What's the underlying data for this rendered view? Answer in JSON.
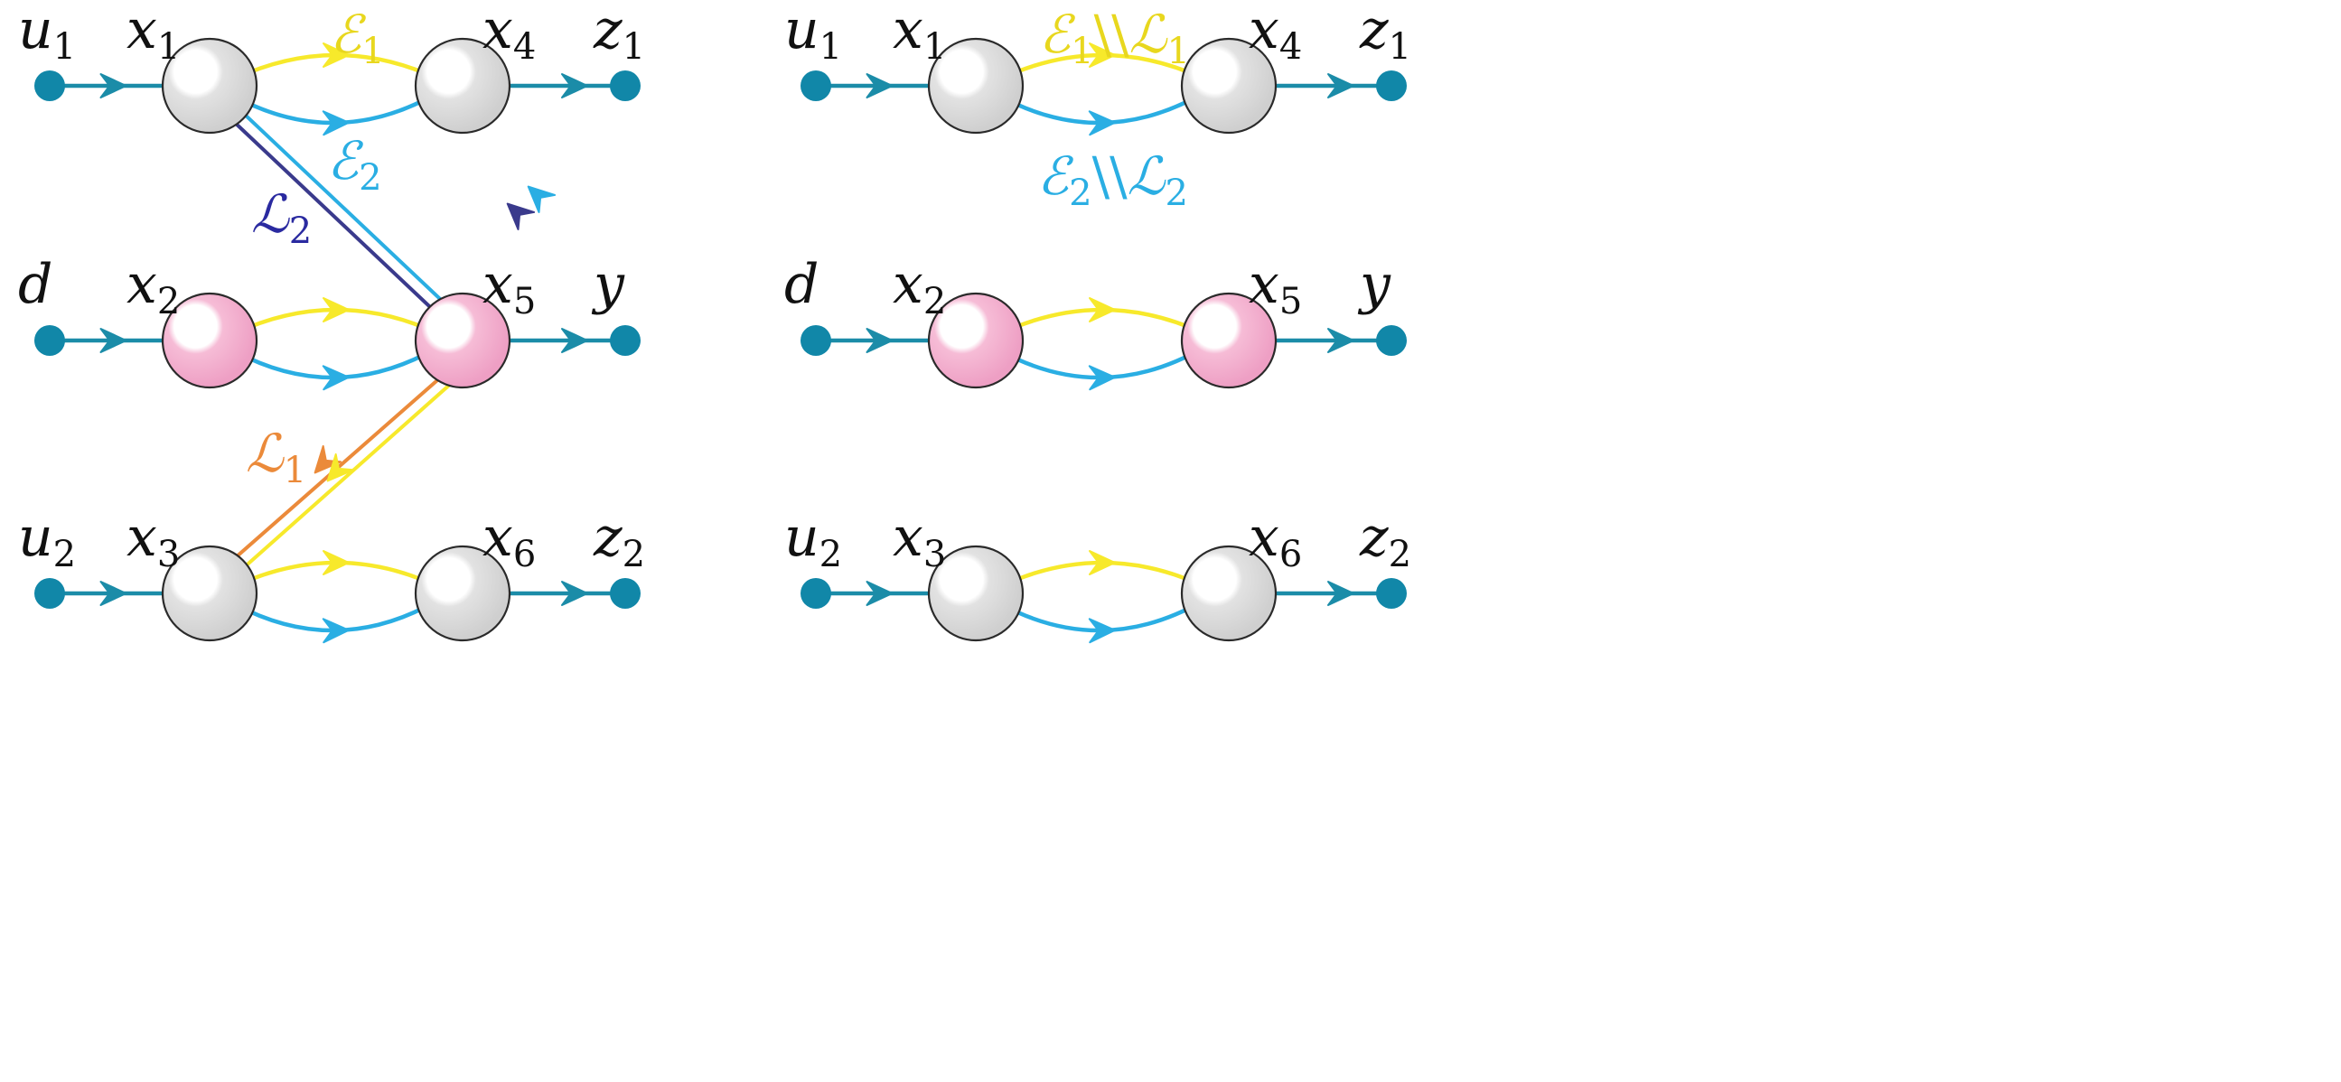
{
  "colors": {
    "edge_teal": "#1B8CA8",
    "edge_yellow": "#F7E92B",
    "edge_cyan": "#2AAEE3",
    "edge_navy": "#3A3A8C",
    "edge_orange": "#EB8A3A",
    "node_gray": "#DDDDDD",
    "node_pink": "#F3B3D0",
    "terminal": "#1187A8",
    "label_yellow": "#E8D71E",
    "label_cyan": "#2AAEE3",
    "label_navy": "#2A2AA0",
    "label_orange": "#EB8A3A"
  },
  "left": {
    "inputs": [
      {
        "name": "u",
        "sub": "1"
      },
      {
        "name": "d",
        "sub": ""
      },
      {
        "name": "u",
        "sub": "2"
      }
    ],
    "states_left": [
      {
        "name": "x",
        "sub": "1"
      },
      {
        "name": "x",
        "sub": "2"
      },
      {
        "name": "x",
        "sub": "3"
      }
    ],
    "states_right": [
      {
        "name": "x",
        "sub": "4"
      },
      {
        "name": "x",
        "sub": "5"
      },
      {
        "name": "x",
        "sub": "6"
      }
    ],
    "outputs": [
      {
        "name": "z",
        "sub": "1"
      },
      {
        "name": "y",
        "sub": ""
      },
      {
        "name": "z",
        "sub": "2"
      }
    ],
    "edge_labels": {
      "e1": {
        "name": "ℰ",
        "sub": "1"
      },
      "e2": {
        "name": "ℰ",
        "sub": "2"
      },
      "l2": {
        "name": "ℒ",
        "sub": "2"
      },
      "l1": {
        "name": "ℒ",
        "sub": "1"
      }
    }
  },
  "right": {
    "inputs": [
      {
        "name": "u",
        "sub": "1"
      },
      {
        "name": "d",
        "sub": ""
      },
      {
        "name": "u",
        "sub": "2"
      }
    ],
    "states_left": [
      {
        "name": "x",
        "sub": "1"
      },
      {
        "name": "x",
        "sub": "2"
      },
      {
        "name": "x",
        "sub": "3"
      }
    ],
    "states_right": [
      {
        "name": "x",
        "sub": "4"
      },
      {
        "name": "x",
        "sub": "5"
      },
      {
        "name": "x",
        "sub": "6"
      }
    ],
    "outputs": [
      {
        "name": "z",
        "sub": "1"
      },
      {
        "name": "y",
        "sub": ""
      },
      {
        "name": "z",
        "sub": "2"
      }
    ],
    "edge_labels": {
      "e1_minus_l1": {
        "a": "ℰ",
        "a_sub": "1",
        "op": "\\\\",
        "b": "ℒ",
        "b_sub": "1"
      },
      "e2_minus_l2": {
        "a": "ℰ",
        "a_sub": "2",
        "op": "\\\\",
        "b": "ℒ",
        "b_sub": "2"
      }
    }
  }
}
